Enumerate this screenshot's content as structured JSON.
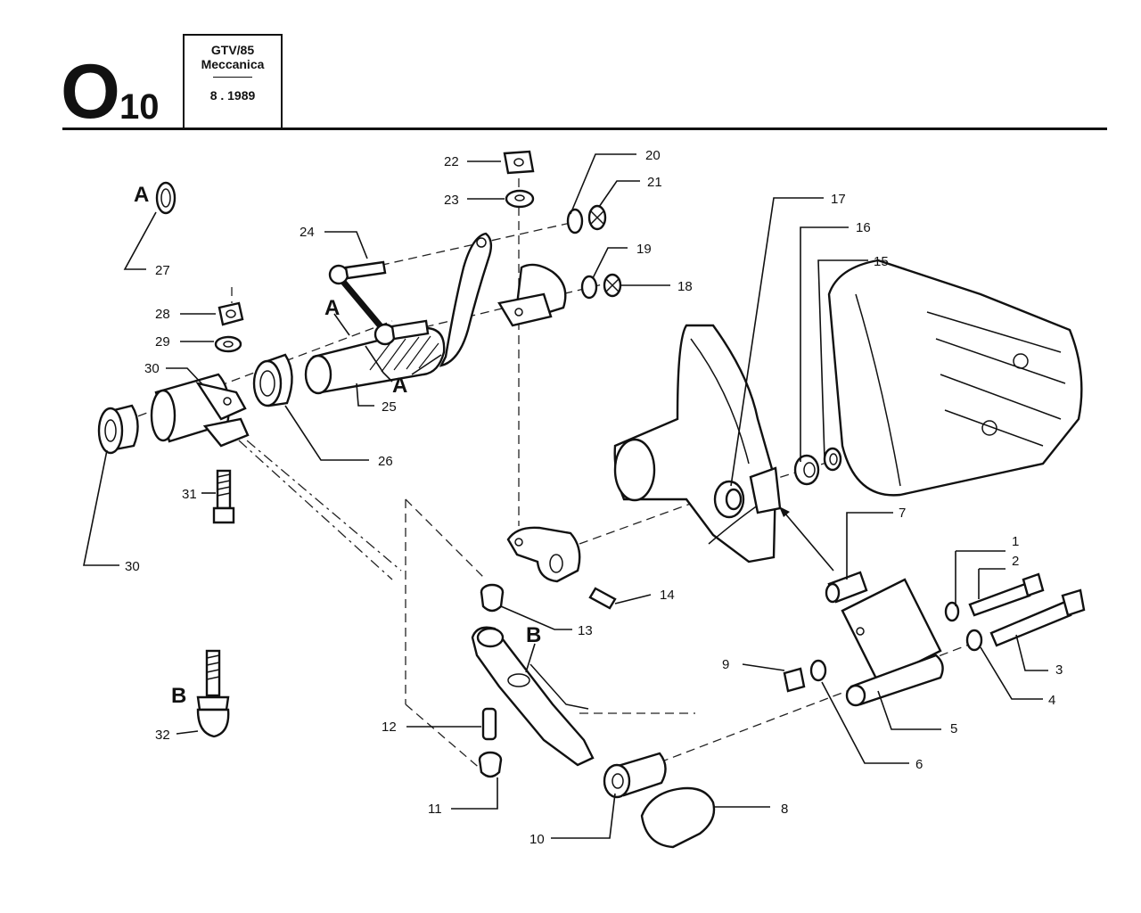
{
  "header": {
    "section_letter": "O",
    "section_number": "10",
    "model": "GTV/85",
    "category": "Meccanica",
    "date": "8 . 1989"
  },
  "callouts": [
    {
      "id": "c1",
      "text": "1"
    },
    {
      "id": "c2",
      "text": "2"
    },
    {
      "id": "c3",
      "text": "3"
    },
    {
      "id": "c4",
      "text": "4"
    },
    {
      "id": "c5",
      "text": "5"
    },
    {
      "id": "c6",
      "text": "6"
    },
    {
      "id": "c7",
      "text": "7"
    },
    {
      "id": "c8",
      "text": "8"
    },
    {
      "id": "c9",
      "text": "9"
    },
    {
      "id": "c10",
      "text": "10"
    },
    {
      "id": "c11",
      "text": "11"
    },
    {
      "id": "c12",
      "text": "12"
    },
    {
      "id": "c13",
      "text": "13"
    },
    {
      "id": "c14",
      "text": "14"
    },
    {
      "id": "c15",
      "text": "15"
    },
    {
      "id": "c16",
      "text": "16"
    },
    {
      "id": "c17",
      "text": "17"
    },
    {
      "id": "c18",
      "text": "18"
    },
    {
      "id": "c19",
      "text": "19"
    },
    {
      "id": "c20",
      "text": "20"
    },
    {
      "id": "c21",
      "text": "21"
    },
    {
      "id": "c22",
      "text": "22"
    },
    {
      "id": "c23",
      "text": "23"
    },
    {
      "id": "c24",
      "text": "24"
    },
    {
      "id": "c25",
      "text": "25"
    },
    {
      "id": "c26",
      "text": "26"
    },
    {
      "id": "c27",
      "text": "27"
    },
    {
      "id": "c28",
      "text": "28"
    },
    {
      "id": "c29",
      "text": "29"
    },
    {
      "id": "c30a",
      "text": "30"
    },
    {
      "id": "c30b",
      "text": "30"
    },
    {
      "id": "c31",
      "text": "31"
    },
    {
      "id": "c32",
      "text": "32"
    }
  ],
  "detail_markers": {
    "a_top": "A",
    "a_mid": "A",
    "a_low": "A",
    "b_lever": "B",
    "b_bolt": "B"
  }
}
